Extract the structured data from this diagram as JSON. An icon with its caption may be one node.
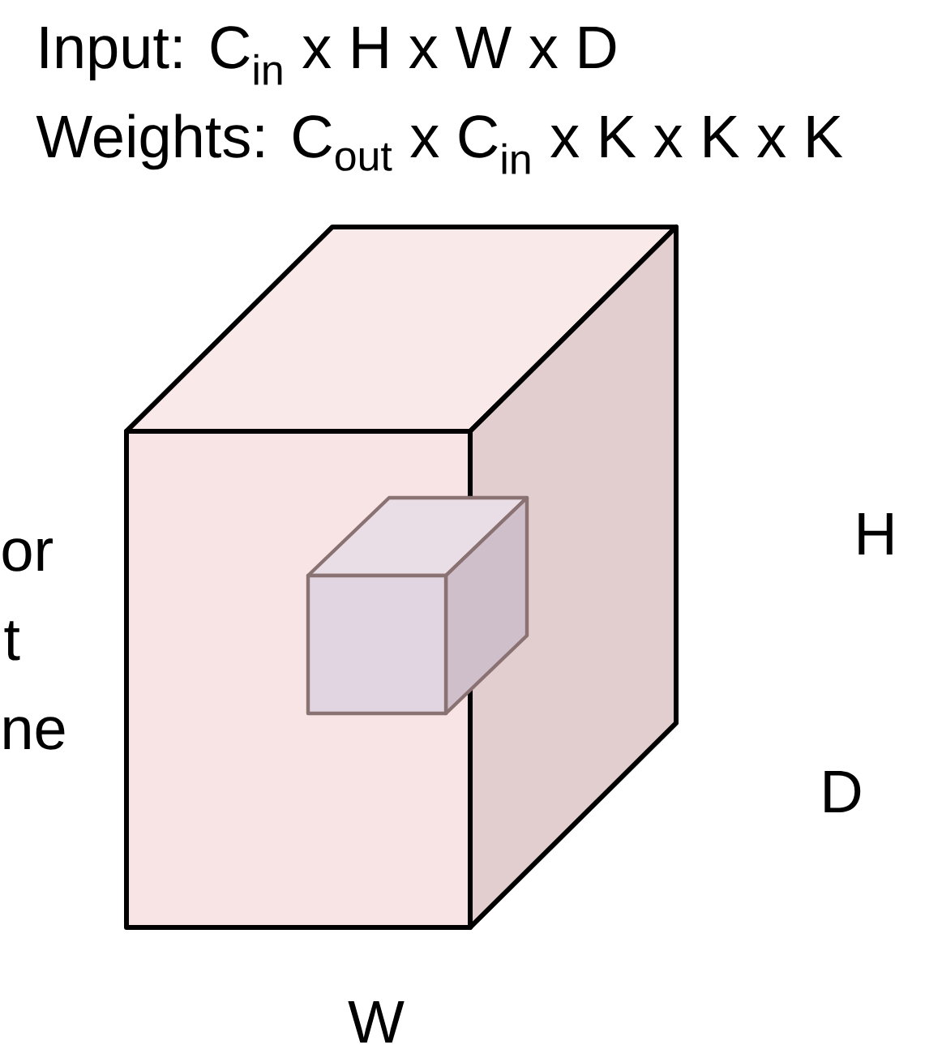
{
  "diagram": {
    "labels": [
      "Input: C$_{in}$ x H x W x D",
      "Weights: C$_{out}$ x C$_{in}$ x K x K x K",
      "or",
      "t",
      "H",
      "ne",
      "D",
      "W"
    ]
  }
}
